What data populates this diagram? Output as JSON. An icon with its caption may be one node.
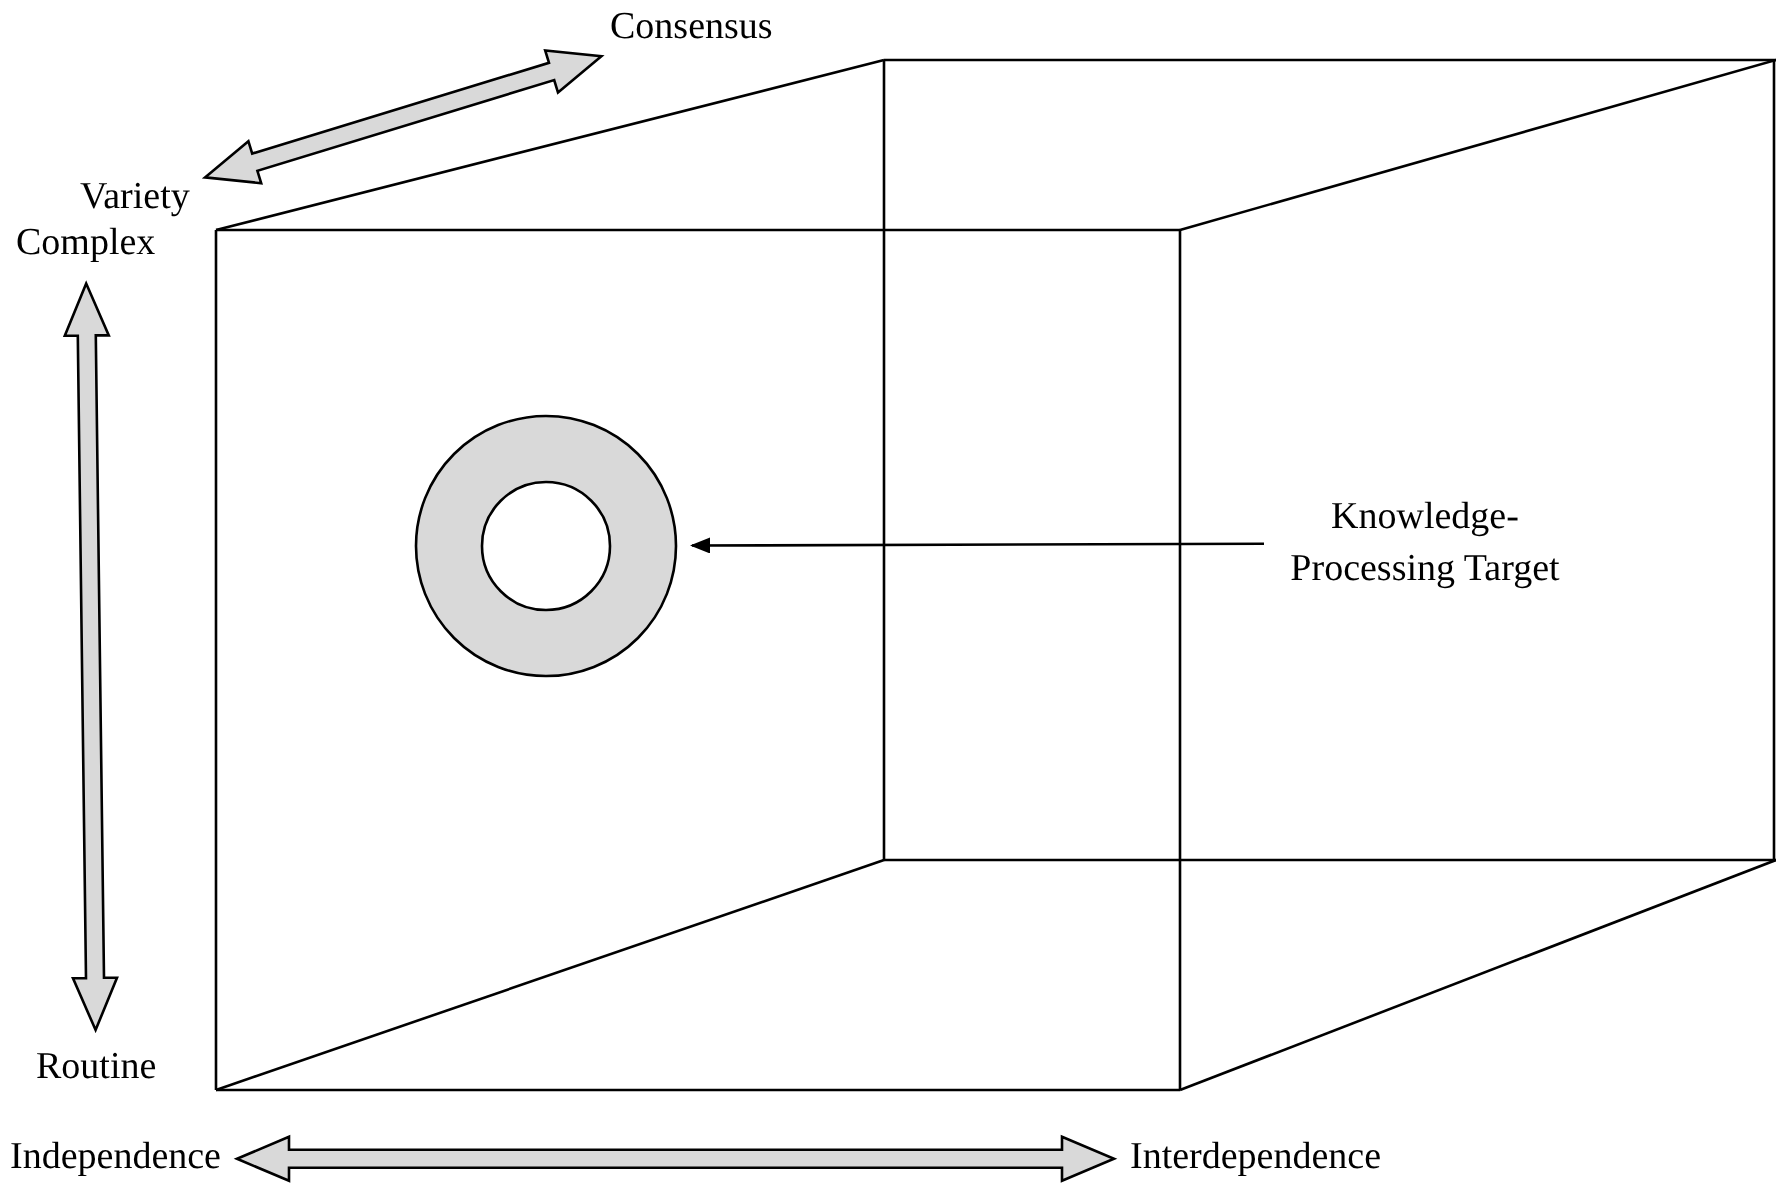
{
  "diagram": {
    "nodes": [
      {
        "text": [
          "Consensus"
        ]
      },
      {
        "text": [
          "Variety"
        ]
      },
      {
        "text": [
          "Complex"
        ]
      },
      {
        "text": [
          "Routine"
        ]
      },
      {
        "text": [
          "Independence"
        ]
      },
      {
        "text": [
          "Interdependence"
        ]
      },
      {
        "text": [
          "Knowledge-Processing Target"
        ]
      },
      {
        "text": [],
        "shape": "circle"
      }
    ],
    "edges": [
      {
        "from": 1,
        "to": 0,
        "arrow": "both"
      },
      {
        "from": 2,
        "to": 3,
        "arrow": "both"
      },
      {
        "from": 4,
        "to": 5,
        "arrow": "both"
      },
      {
        "from": 6,
        "to": 7,
        "arrow": "to"
      }
    ]
  }
}
